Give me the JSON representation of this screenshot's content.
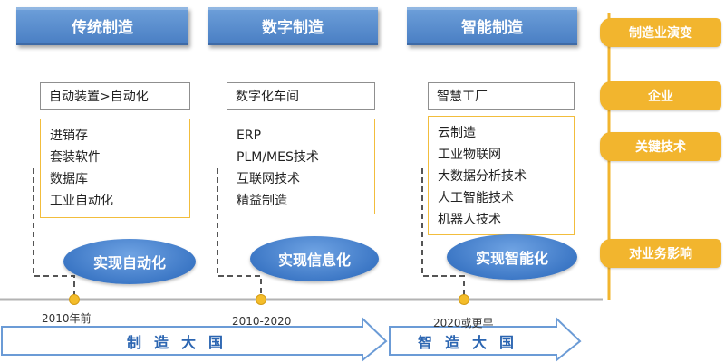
{
  "stages": [
    {
      "title": "传统制造",
      "enterprise": "自动装置>自动化",
      "technologies": [
        "进销存",
        "套装软件",
        "数据库",
        "工业自动化"
      ],
      "impact": "实现自动化",
      "year": "2010年前"
    },
    {
      "title": "数字制造",
      "enterprise": "数字化车间",
      "technologies": [
        "ERP",
        "PLM/MES技术",
        "互联网技术",
        "精益制造"
      ],
      "impact": "实现信息化",
      "year": "2010-2020"
    },
    {
      "title": "智能制造",
      "enterprise": "智慧工厂",
      "technologies": [
        "云制造",
        "工业物联网",
        "大数据分析技术",
        "人工智能技术",
        "机器人技术"
      ],
      "impact": "实现智能化",
      "year": "2020或更早"
    }
  ],
  "bottom_arrows": [
    "制造大国",
    "智造大国"
  ],
  "side_labels": [
    "制造业演变",
    "企业",
    "关键技术",
    "对业务影响"
  ],
  "colors": {
    "header_blue": "#4a7fc4",
    "accent_orange": "#f2b52e",
    "arrow_text_blue": "#2b65b1"
  }
}
